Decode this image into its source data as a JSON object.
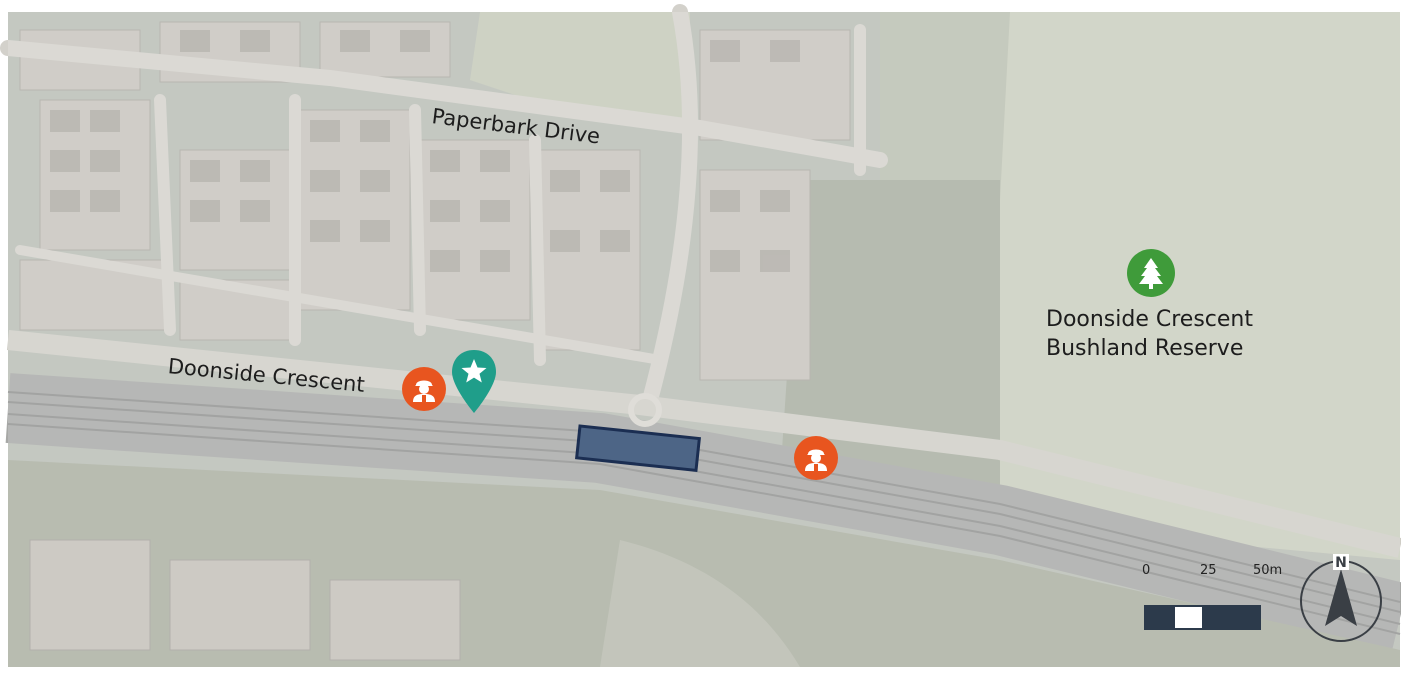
{
  "map": {
    "roads": {
      "paperbark_drive": "Paperbark Drive",
      "doonside_crescent": "Doonside Crescent"
    },
    "reserve": {
      "line1": "Doonside Crescent",
      "line2": "Bushland Reserve",
      "icon": "tree-icon",
      "color": "#3f9b3a"
    },
    "markers": {
      "worker_icon": "construction-worker-icon",
      "worker_color": "#e8551f",
      "star_icon": "star-location-pin-icon",
      "star_color": "#1f9e8a"
    },
    "work_zone": {
      "fill": "#4d6586",
      "stroke": "#1b2e52"
    },
    "scale_bar": {
      "ticks": [
        "0",
        "25",
        "50m"
      ],
      "dark_color": "#2c3a4b"
    },
    "north_arrow": {
      "label": "N",
      "icon": "north-arrow-icon"
    }
  }
}
